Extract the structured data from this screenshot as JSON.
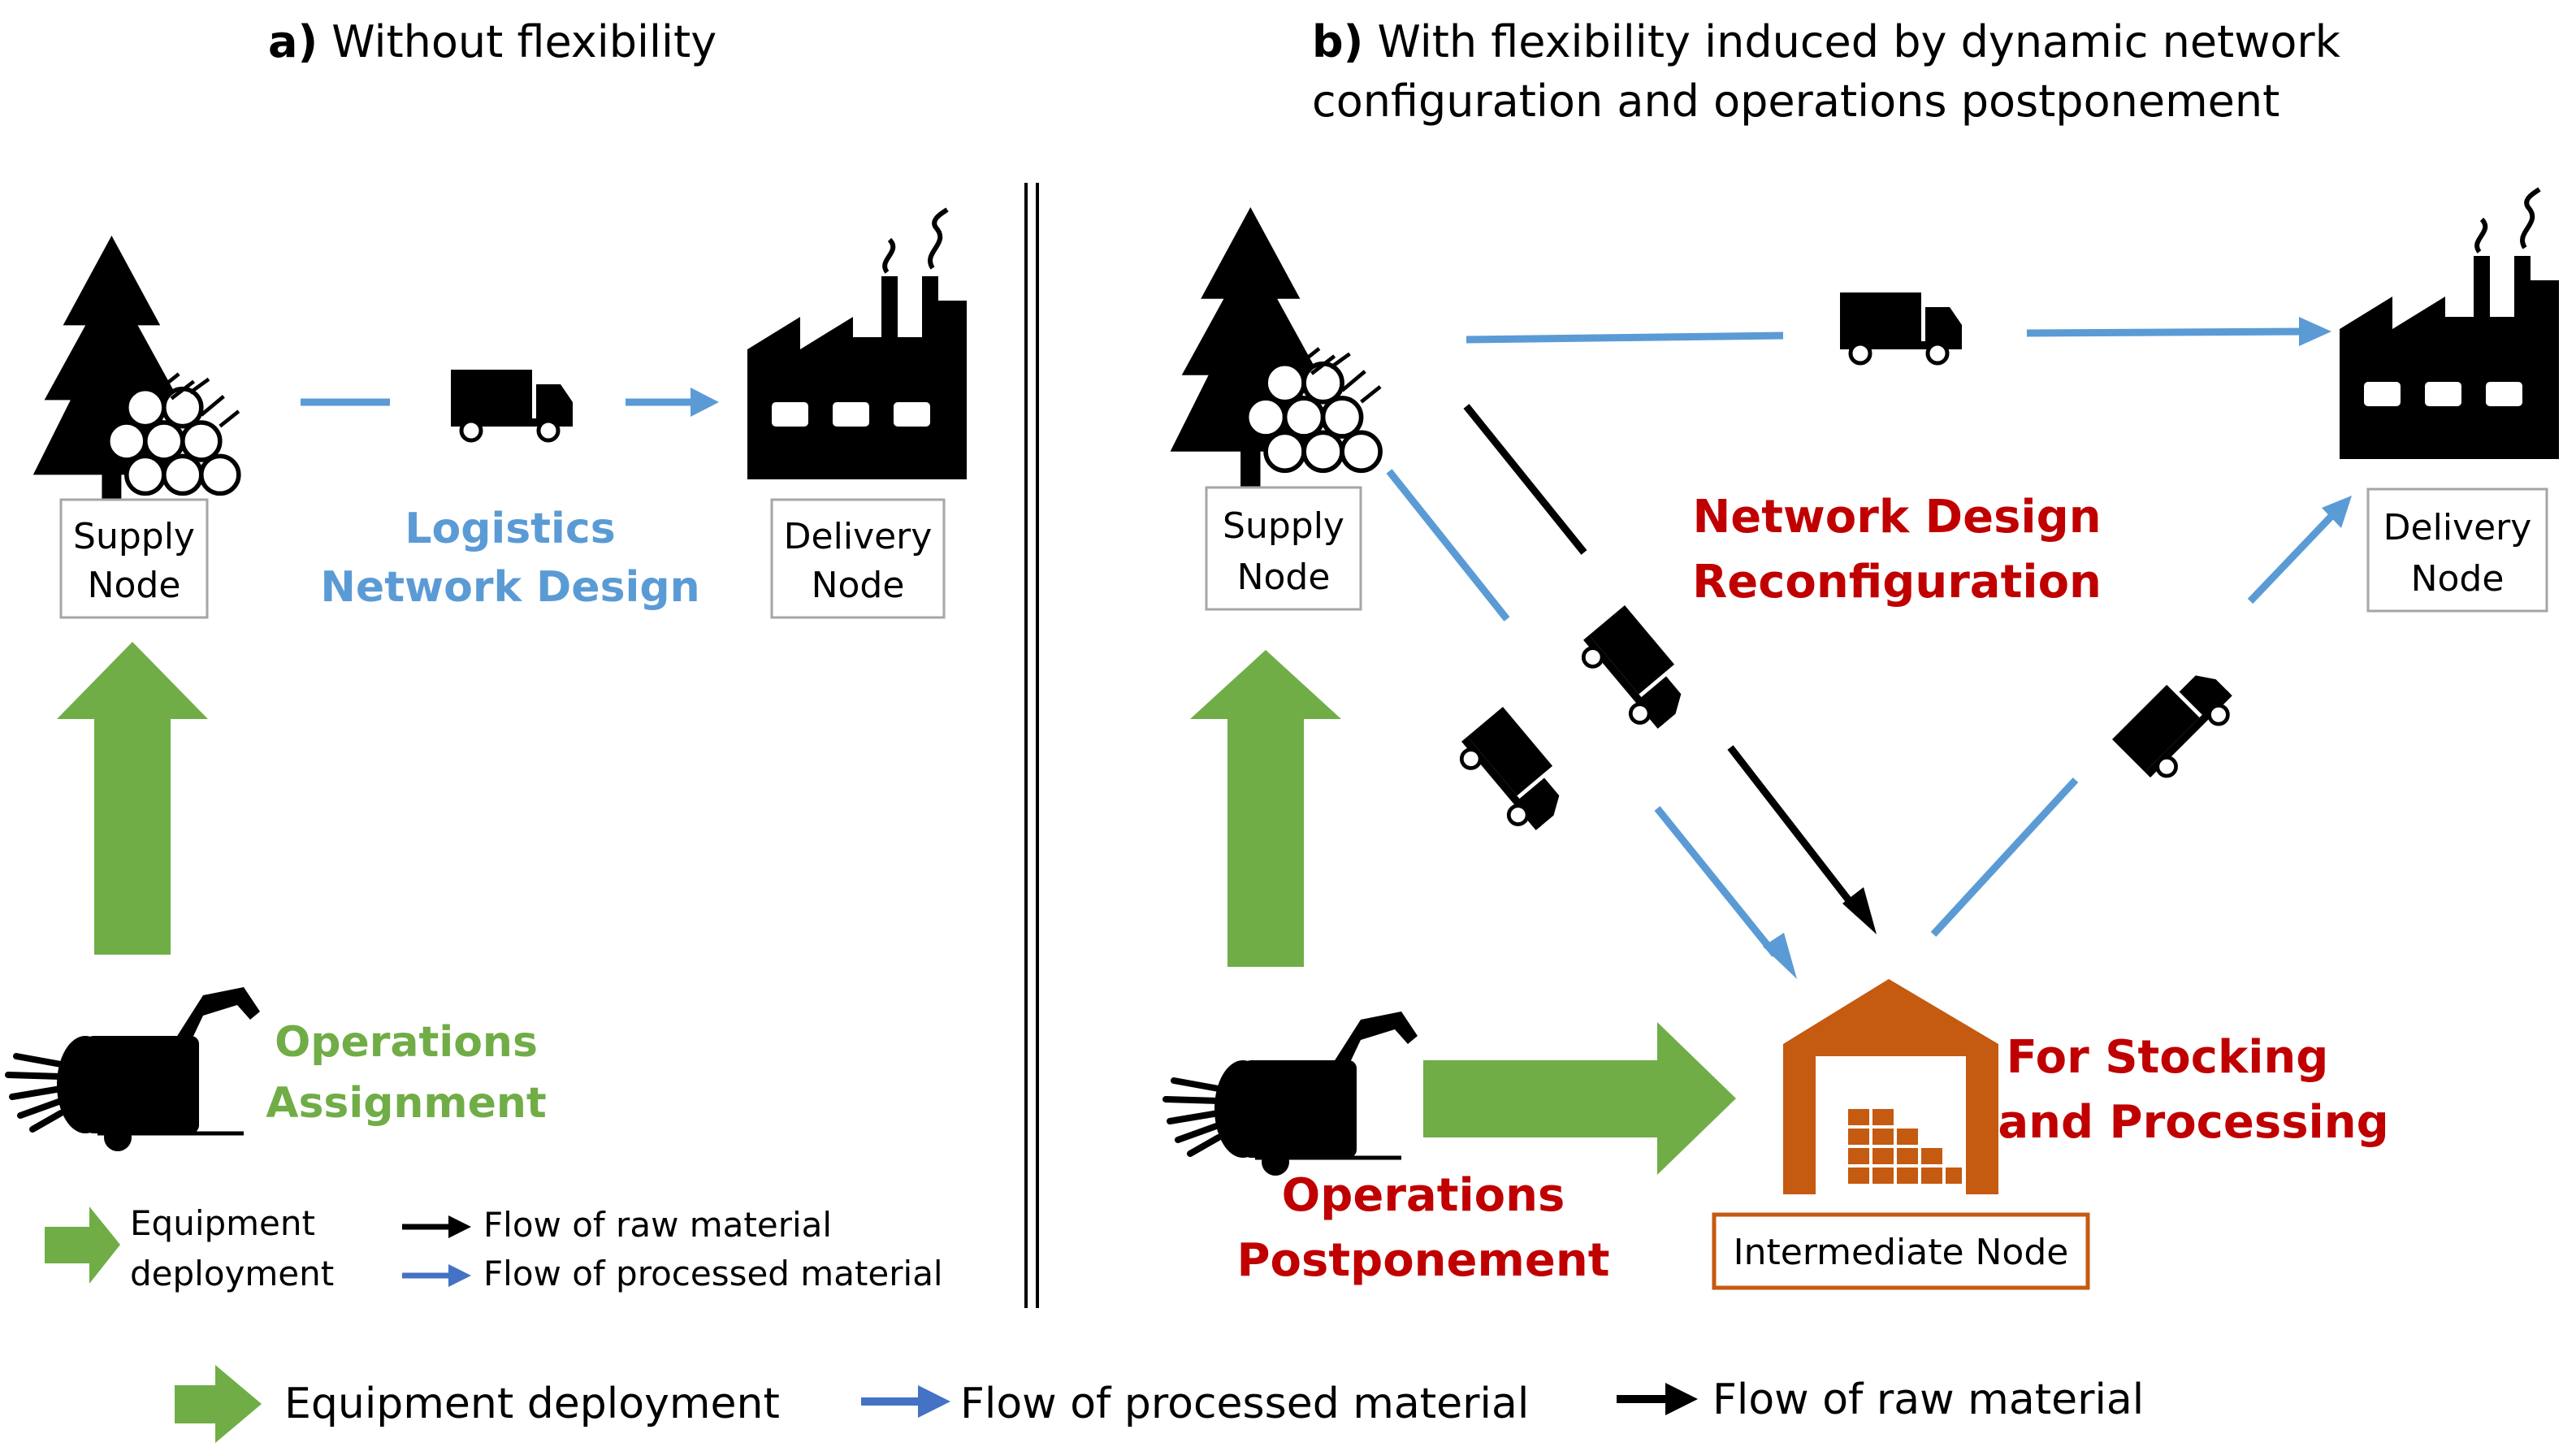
{
  "panel_a": {
    "title_prefix": "a)",
    "title_text": " Without flexibility",
    "supply_node": [
      "Supply",
      "Node"
    ],
    "delivery_node": [
      "Delivery",
      "Node"
    ],
    "design_label": [
      "Logistics",
      "Network Design"
    ],
    "operations_label": [
      "Operations",
      "Assignment"
    ],
    "legend": {
      "equipment": [
        "Equipment",
        "deployment"
      ],
      "raw": "Flow of raw material",
      "processed": "Flow of processed  material"
    }
  },
  "panel_b": {
    "title_prefix": "b)",
    "title_line1": " With flexibility induced by dynamic network",
    "title_line2": "configuration and operations postponement",
    "supply_node": [
      "Supply",
      "Node"
    ],
    "delivery_node": [
      "Delivery",
      "Node"
    ],
    "reconfig_label": [
      "Network Design",
      "Reconfiguration"
    ],
    "stocking_label": [
      "For Stocking",
      "and Processing"
    ],
    "postpone_label": [
      "Operations",
      "Postponement"
    ],
    "intermediate_node": "Intermediate Node"
  },
  "bottom_legend": {
    "equipment": "Equipment deployment",
    "processed": "Flow of processed material",
    "raw": "Flow of raw material"
  },
  "colors": {
    "green": "#70ad47",
    "blue": "#5b9bd5",
    "legend_blue": "#4472c4",
    "red": "#c00000",
    "orange": "#c55a11",
    "black": "#000000",
    "node_border": "#a6a6a6"
  }
}
